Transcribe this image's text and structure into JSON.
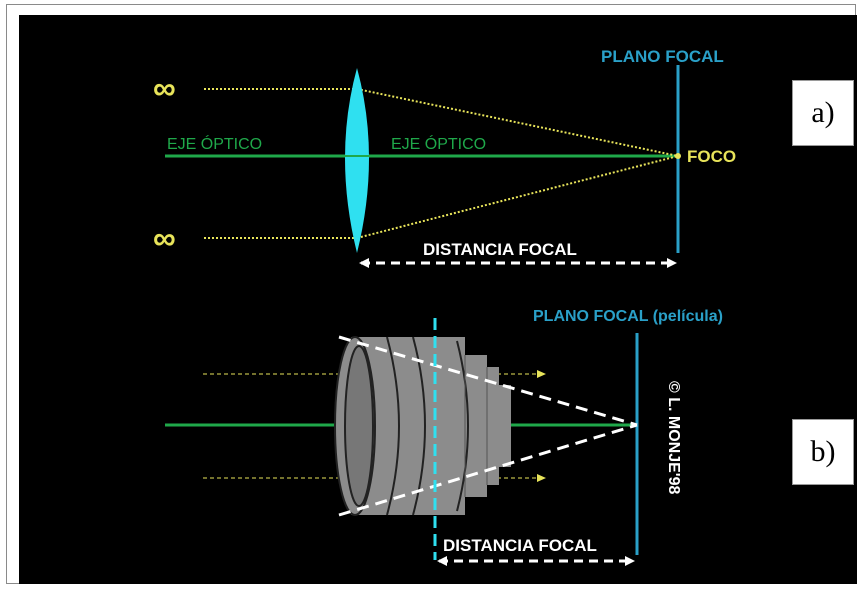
{
  "diagram_a": {
    "plano_focal": "PLANO FOCAL",
    "eje_optico_left": "EJE ÓPTICO",
    "eje_optico_right": "EJE ÓPTICO",
    "foco": "FOCO",
    "infinity_top": "∞",
    "infinity_bottom": "∞",
    "distancia_focal": "DISTANCIA FOCAL",
    "label": "a)"
  },
  "diagram_b": {
    "plano_focal": "PLANO FOCAL (película)",
    "distancia_focal": "DISTANCIA FOCAL",
    "copyright": "© L. MONJE'98",
    "label": "b)"
  },
  "colors": {
    "background": "#000000",
    "cyan": "#2aa0c8",
    "lens": "#2fe0f0",
    "green": "#1fa84a",
    "yellow": "#e8e45a",
    "white": "#ffffff",
    "gray": "#8c8c8c"
  }
}
